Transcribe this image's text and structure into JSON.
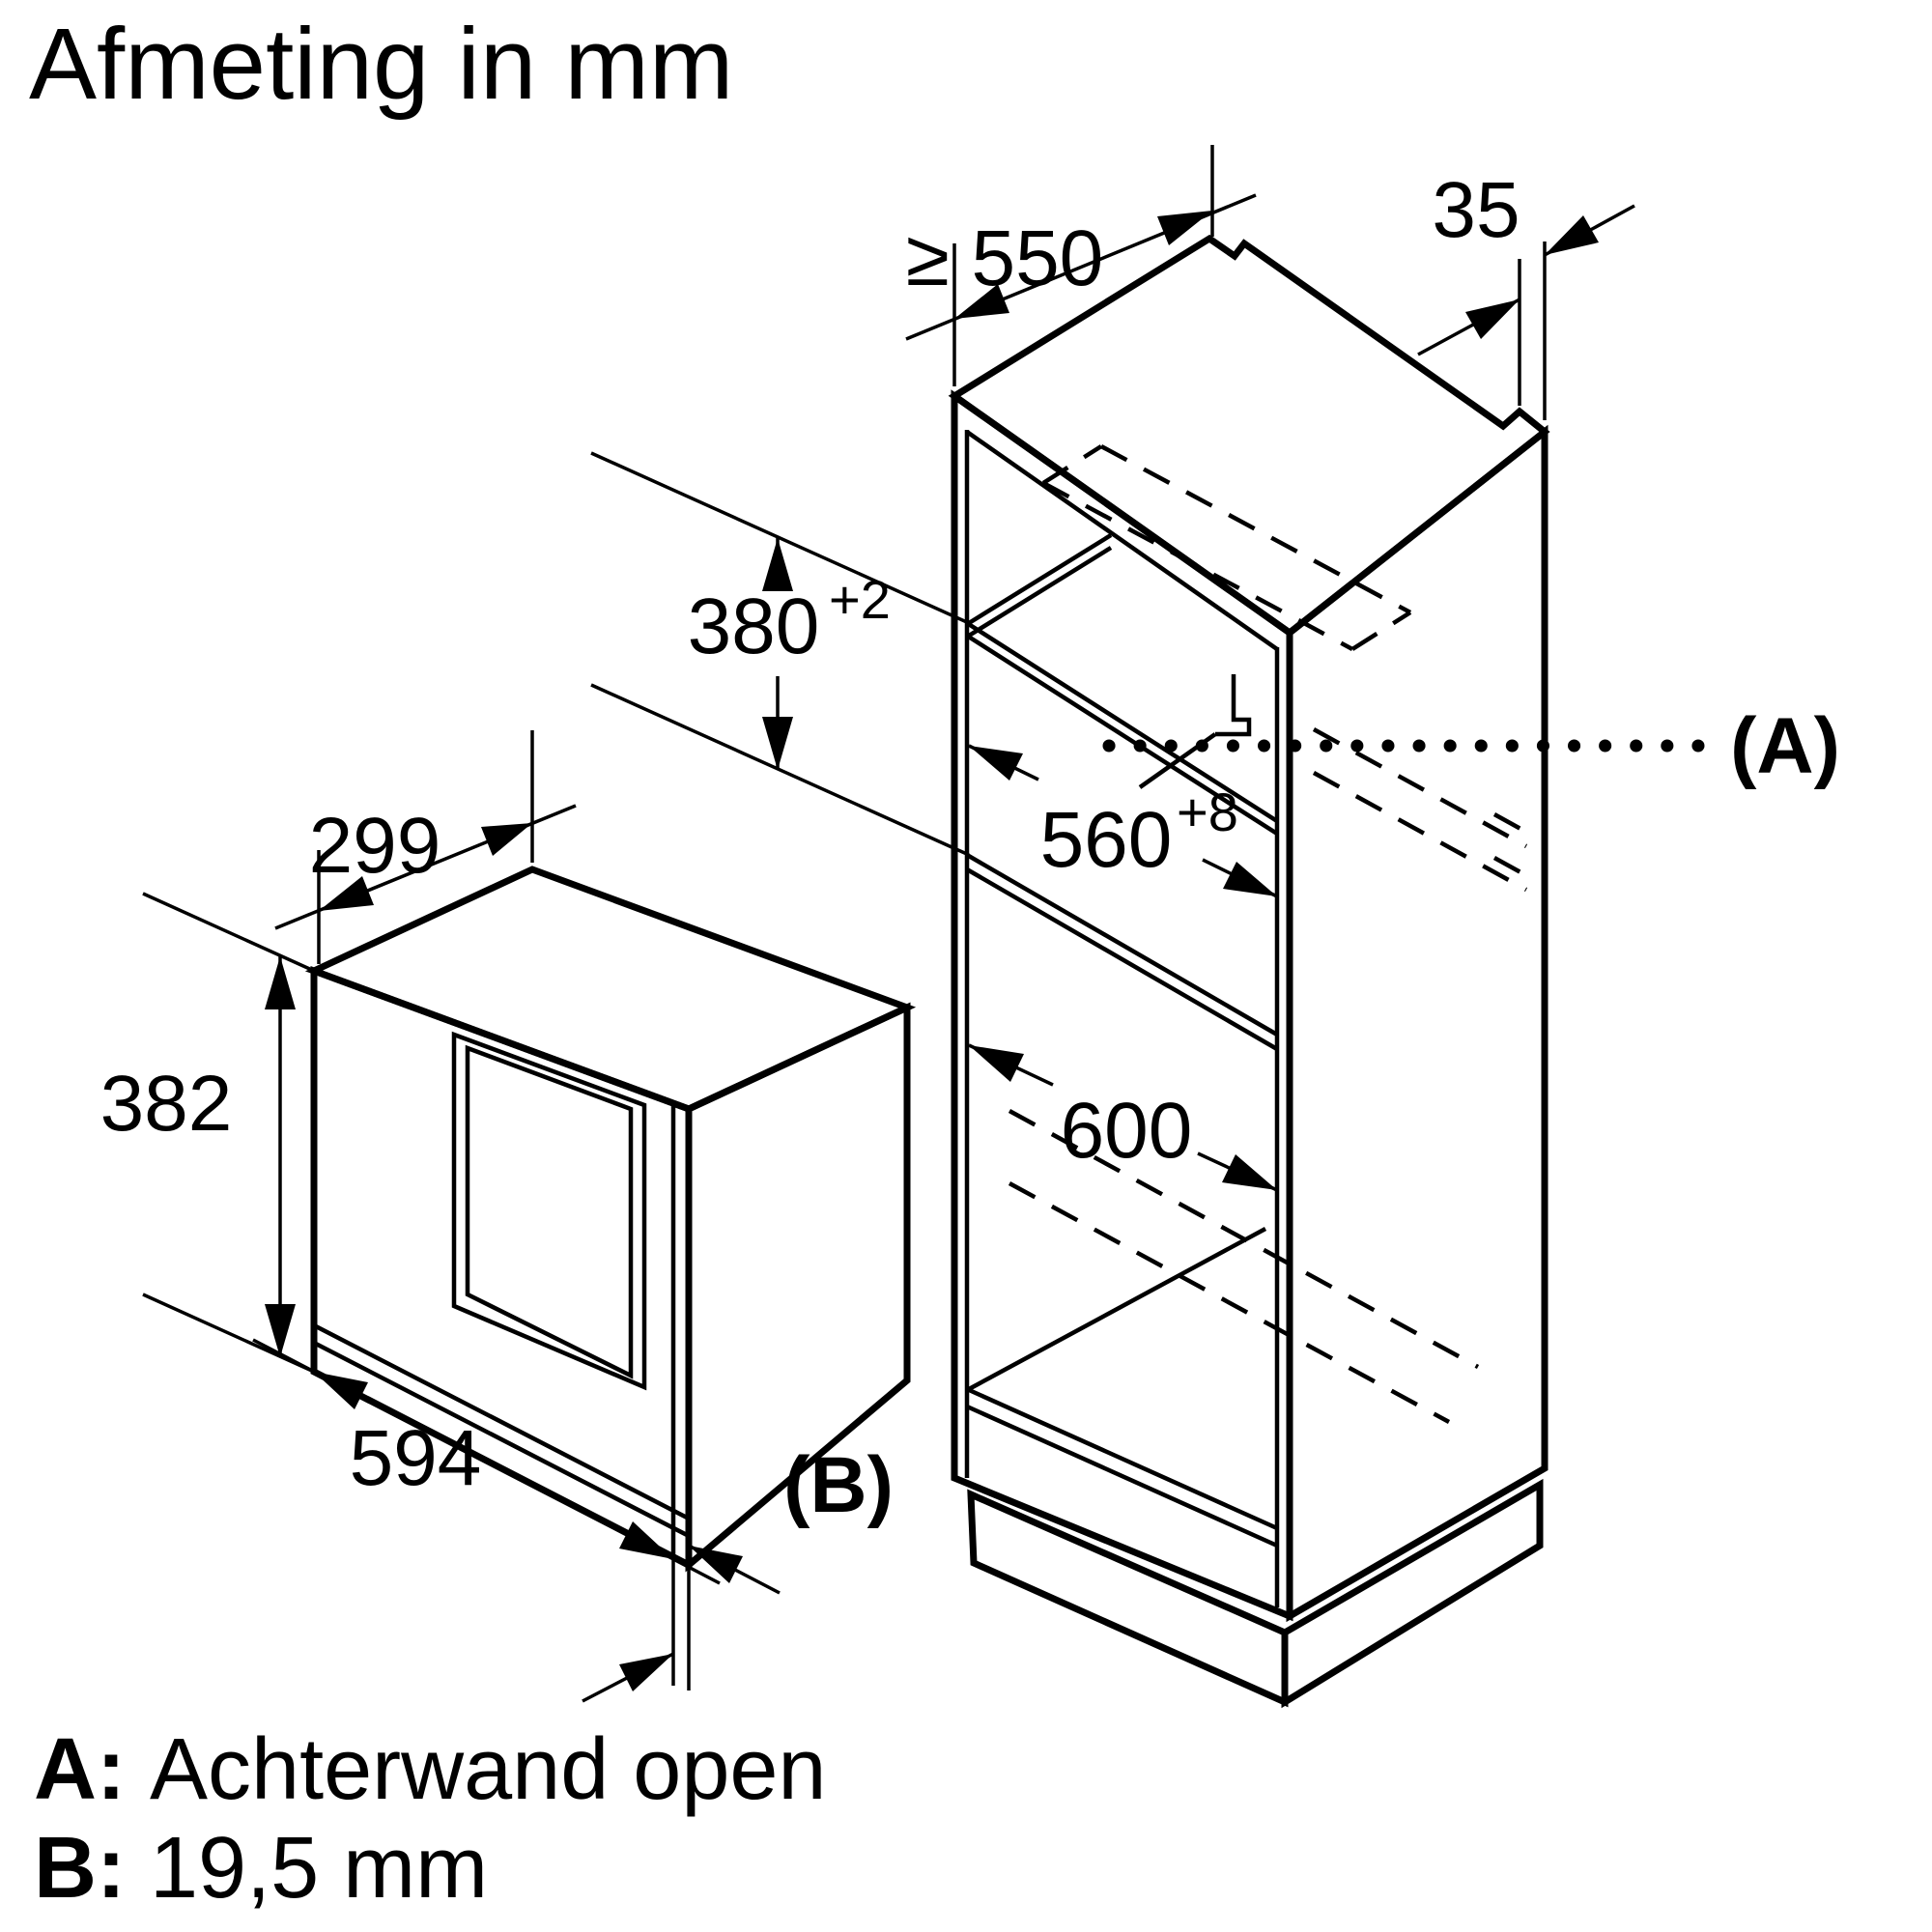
{
  "title": "Afmeting in mm",
  "dims": {
    "cabinet_depth_min": "≥ 550",
    "rear_gap": "35",
    "niche_height": "380",
    "niche_height_tol": "+2",
    "niche_width": "560",
    "niche_width_tol": "+8",
    "lower_opening_height": "600",
    "mw_depth": "299",
    "mw_height": "382",
    "mw_width": "594",
    "callout_a": "(A)",
    "callout_b": "(B)"
  },
  "legend": {
    "a_key": "A:",
    "a_value": "Achterwand open",
    "b_key": "B:",
    "b_value": "19,5 mm"
  },
  "colors": {
    "ink": "#000000",
    "background": "#ffffff"
  }
}
